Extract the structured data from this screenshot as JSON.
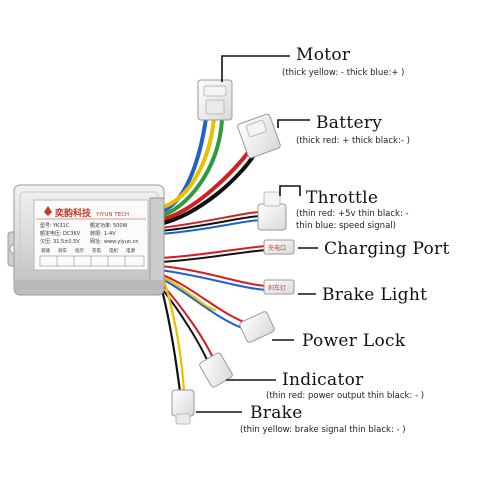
{
  "controller": {
    "brand_cn": "奕韵科技",
    "brand_en": "YIYUN TECH",
    "model_label": "型号:",
    "model": "YK31C",
    "rated_power_label": "额定功率:",
    "rated_power": "500W",
    "rated_voltage_label": "额定电压:",
    "rated_voltage": "DC36V",
    "throttle_label": "转把:",
    "throttle_range": "1-4V",
    "undervoltage_label": "欠压:",
    "undervoltage": "31.5±0.5V",
    "website_label": "网址:",
    "website": "www.yiyun.cn",
    "function_row": [
      "调速",
      "刹车",
      "指示",
      "充电",
      "电机",
      "电源"
    ],
    "plug_text_charging": "充电口",
    "plug_text_brake_light": "刹车灯"
  },
  "connectors": [
    {
      "id": "motor",
      "name": "Motor",
      "detail": "(thick yellow: -   thick blue:+ )"
    },
    {
      "id": "battery",
      "name": "Battery",
      "detail": "(thick red: +   thick black:- )"
    },
    {
      "id": "throttle",
      "name": "Throttle",
      "detail": "(thin red: +5v  thin black: -",
      "detail2": "thin blue:  speed signal)"
    },
    {
      "id": "charging-port",
      "name": "Charging Port"
    },
    {
      "id": "brake-light",
      "name": "Brake Light"
    },
    {
      "id": "power-lock",
      "name": "Power Lock"
    },
    {
      "id": "indicator",
      "name": "Indicator",
      "detail": "(thin red: power output   thin black: -  )"
    },
    {
      "id": "brake",
      "name": "Brake",
      "detail": "(thin yellow: brake signal    thin black: -  )"
    }
  ]
}
